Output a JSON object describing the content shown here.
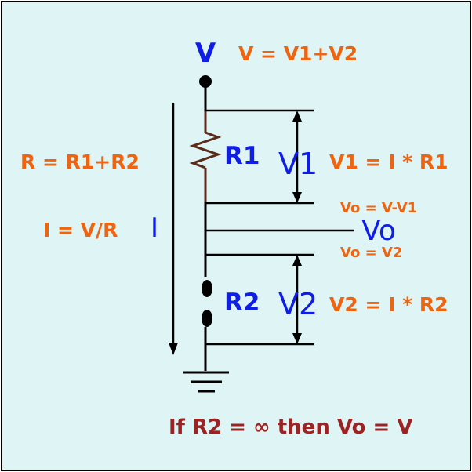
{
  "colors": {
    "background": "#dff5f5",
    "wire": "#000000",
    "resistor": "#5a2a1a",
    "blue": "#0f1ee6",
    "orange": "#f0640f",
    "darkred": "#9b2323"
  },
  "labels": {
    "v_top": "V",
    "v_sum": "V = V1+V2",
    "r_sum": "R = R1+R2",
    "r1": "R1",
    "v1": "V1",
    "v1_eq": "V1 = I * R1",
    "vo_eq1": "Vo = V-V1",
    "vo": "Vo",
    "vo_eq2": "Vo = V2",
    "i_eq": "I = V/R",
    "i": "I",
    "r2": "R2",
    "v2": "V2",
    "v2_eq": "V2 = I * R2",
    "footer": "If R2 = ∞ then Vo = V"
  },
  "icons": {
    "resistor": "resistor-zigzag-icon",
    "ground": "ground-symbol-icon",
    "open_circuit": "open-terminal-icon"
  }
}
